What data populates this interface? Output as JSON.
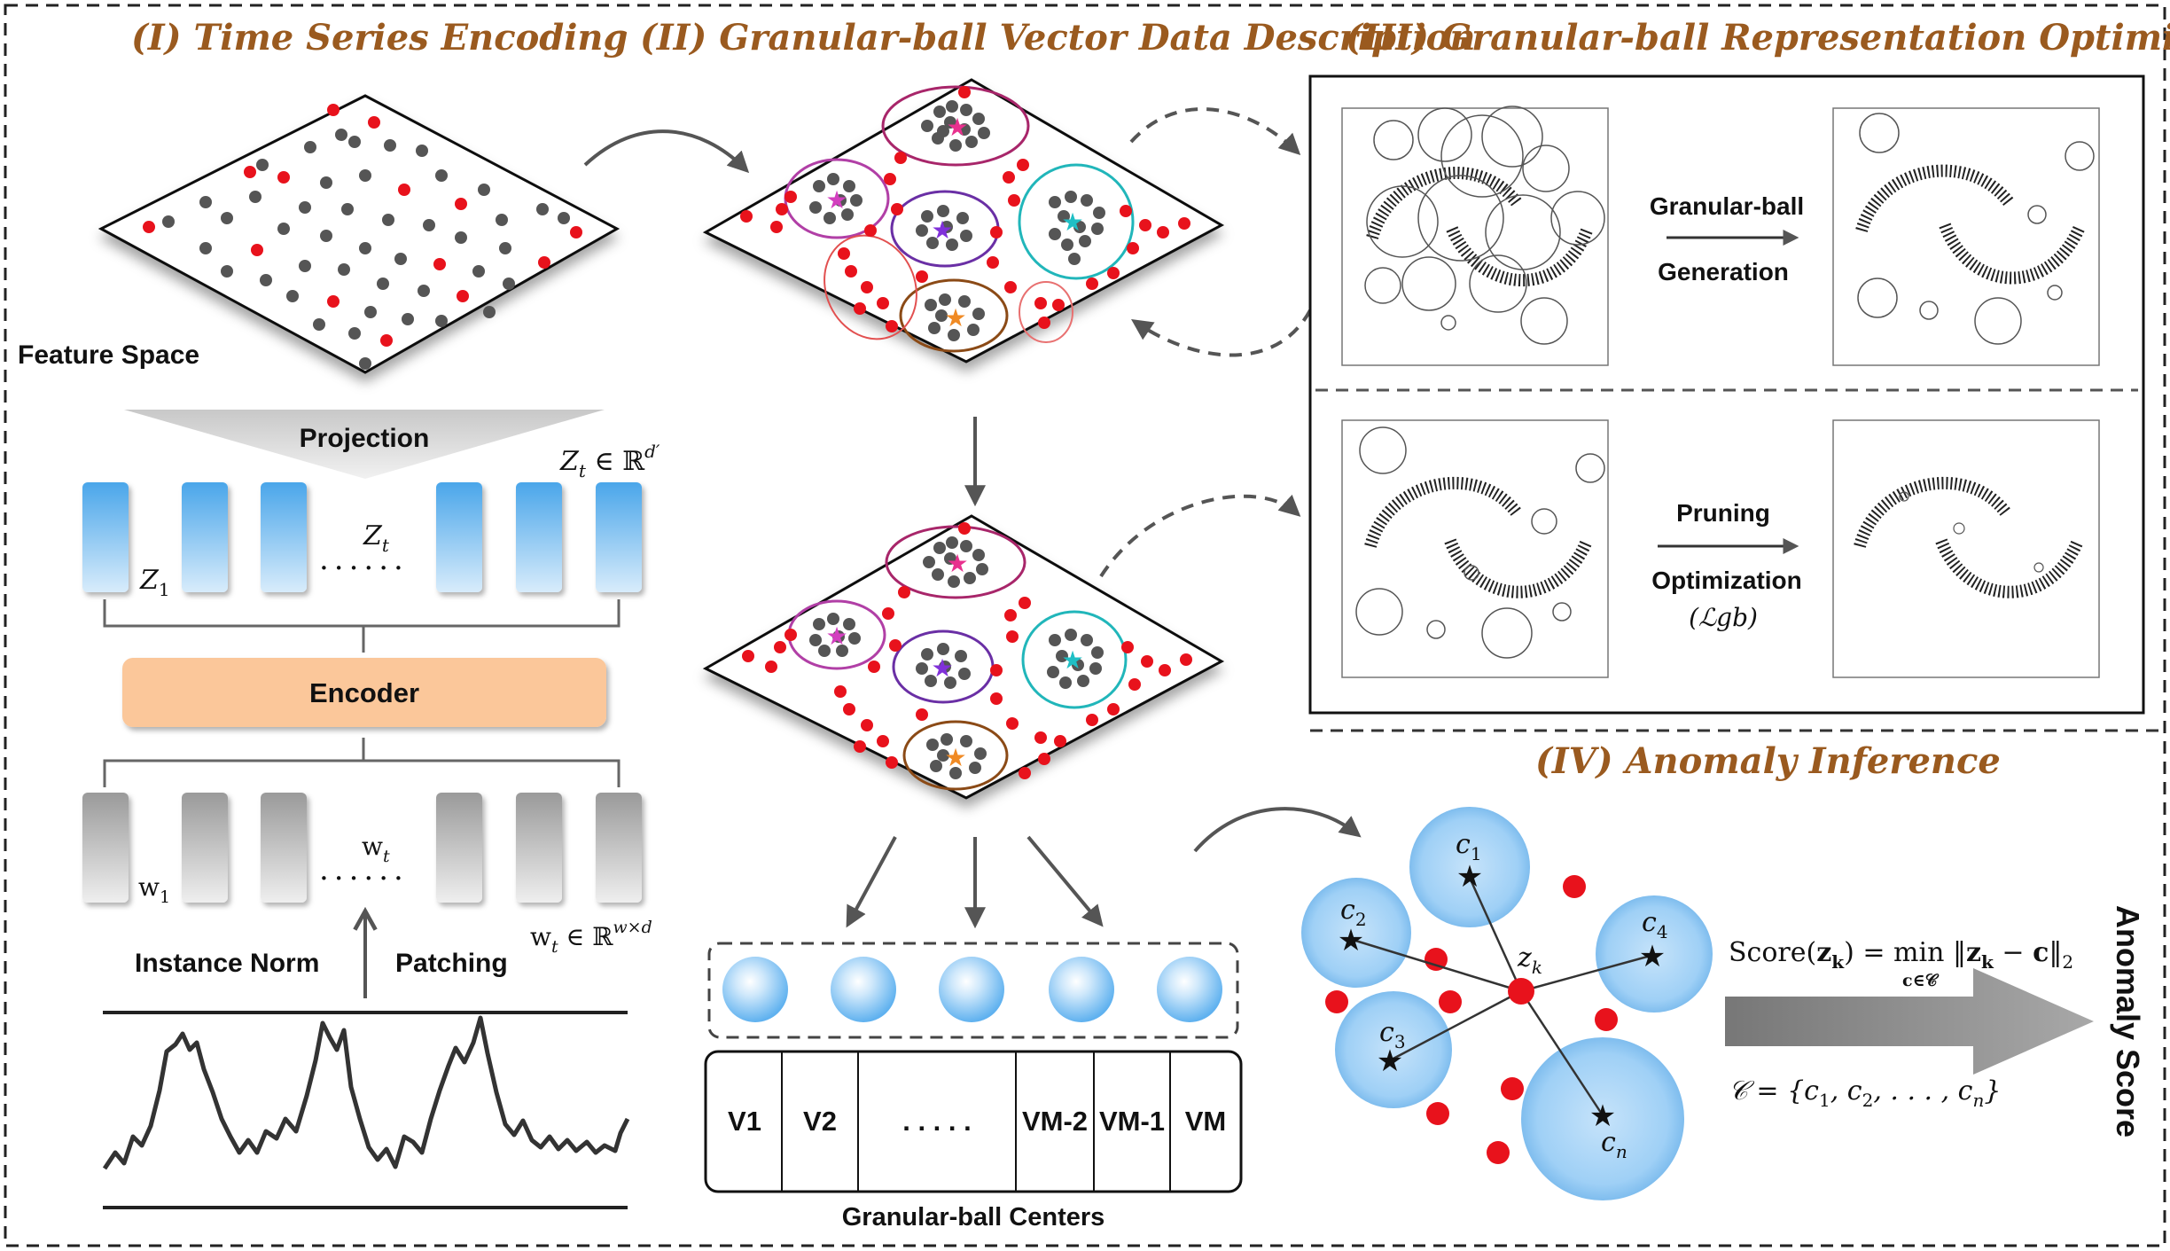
{
  "sections": {
    "s1": "(I) Time Series Encoding",
    "s2": "(II) Granular-ball Vector Data Description",
    "s3": "(III) Granular-ball Representation Optimization",
    "s4": "(IV) Anomaly Inference"
  },
  "encoding": {
    "feature_space": "Feature Space",
    "projection": "Projection",
    "encoder": "Encoder",
    "instance_norm": "Instance Norm",
    "patching": "Patching",
    "z_dim": "Z_t ∈ ℝ^d'",
    "z1": "Z₁",
    "zt": "Z_t",
    "dots": "......",
    "w1": "w₁",
    "wt": "w_t",
    "w_dim": "w_t ∈ ℝ^(w×d)"
  },
  "description": {
    "centers_label": "Granular-ball Centers",
    "cells": [
      "V1",
      "V2",
      ". . . . .",
      "VM-2",
      "VM-1",
      "VM"
    ]
  },
  "optimization": {
    "gen_top": "Granular-ball",
    "gen_bottom": "Generation",
    "prune_top": "Pruning",
    "prune_bottom": "Optimization",
    "loss": "(ℒgb)"
  },
  "inference": {
    "centers": [
      "c1",
      "c2",
      "c3",
      "c4",
      "cn"
    ],
    "zk": "z_k",
    "score_formula": "Score(z_k) = min_{c∈C} ‖z_k − c‖₂",
    "set_formula": "C = {c₁, c₂, . . . , cₙ}",
    "output": "Anomaly Score"
  },
  "colors": {
    "title": "#9a5a1f",
    "normal_point": "#555555",
    "anomaly_point": "#e8121c",
    "blue_ball": "#8ec7f3",
    "encoder_fill": "#fbc79a"
  }
}
